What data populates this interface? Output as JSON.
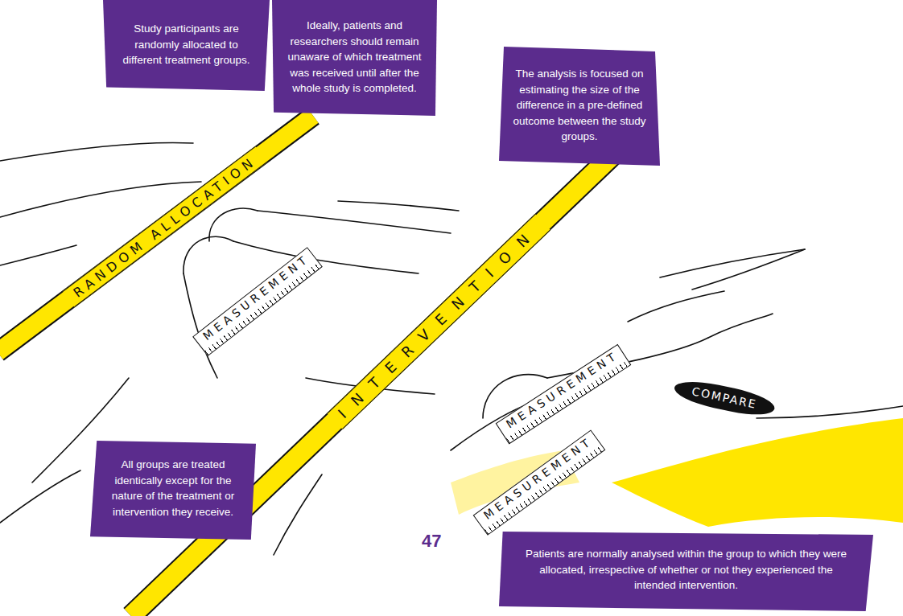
{
  "diagram": {
    "nodes": [
      {
        "text": [
          "Study participants are randomly allocated to different treatment groups."
        ]
      },
      {
        "text": [
          "Ideally, patients and researchers should remain unaware of which treatment was received until after the whole study is completed."
        ]
      },
      {
        "text": [
          "The analysis is focused on estimating the size of the difference in a pre-defined outcome between the study groups."
        ]
      },
      {
        "text": [
          "RANDOM ALLOCATION"
        ]
      },
      {
        "text": [
          "MEASUREMENT"
        ]
      },
      {
        "text": [
          "INTERVENTION"
        ]
      },
      {
        "text": [
          "MEASUREMENT"
        ]
      },
      {
        "text": [
          "MEASUREMENT"
        ]
      },
      {
        "text": [
          "COMPARE"
        ]
      },
      {
        "text": [
          "All groups are treated identically except for the nature of the treatment or intervention they receive."
        ]
      },
      {
        "text": [
          "Patients are normally analysed within the group to which they were allocated, irrespective of whether or not they experienced the intended intervention."
        ]
      }
    ],
    "labels": [
      "47"
    ]
  }
}
